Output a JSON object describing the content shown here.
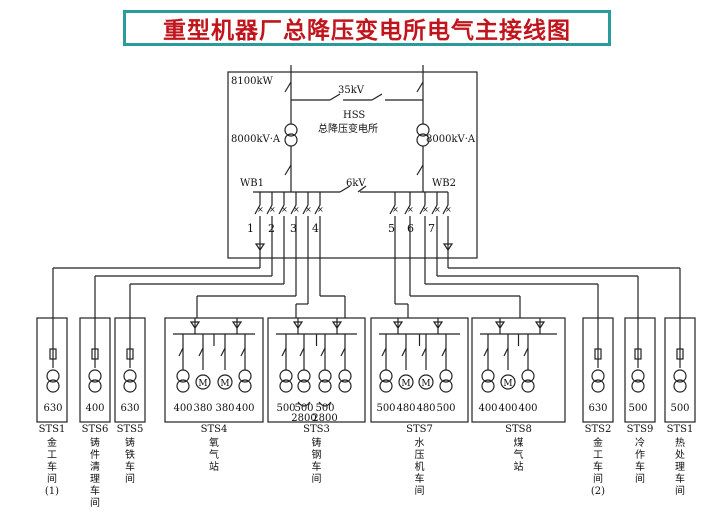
{
  "title": "重型机器厂总降压变电所电气主接线图",
  "substation": {
    "total_power": "8100kW",
    "hv_bus": "35kV",
    "name_code": "HSS",
    "name": "总降压变电所",
    "transformer_left": "8000kV·A",
    "transformer_right": "8000kV·A",
    "bus_left": "WB1",
    "bus_right": "WB2",
    "lv_bus": "6kV",
    "feeder_numbers": [
      "1",
      "2",
      "3",
      "4",
      "5",
      "6",
      "7"
    ]
  },
  "stations": [
    {
      "id": "STS1",
      "name": [
        "金",
        "工",
        "车",
        "间",
        "(1)"
      ],
      "ratings": [
        "630"
      ]
    },
    {
      "id": "STS6",
      "name": [
        "铸",
        "件",
        "清",
        "理",
        "车",
        "间"
      ],
      "ratings": [
        "400"
      ]
    },
    {
      "id": "STS5",
      "name": [
        "铸",
        "铁",
        "车",
        "间"
      ],
      "ratings": [
        "630"
      ]
    },
    {
      "id": "STS4",
      "name": [
        "氧",
        "气",
        "站"
      ],
      "ratings": [
        "400",
        "380",
        "380",
        "400"
      ]
    },
    {
      "id": "STS3",
      "name": [
        "铸",
        "钢",
        "车",
        "间"
      ],
      "ratings": [
        "500",
        "500",
        "500"
      ],
      "extra_ratings": [
        "2800",
        "2800"
      ]
    },
    {
      "id": "STS7",
      "name": [
        "水",
        "压",
        "机",
        "车",
        "间"
      ],
      "ratings": [
        "500",
        "480",
        "480",
        "500"
      ]
    },
    {
      "id": "STS8",
      "name": [
        "煤",
        "气",
        "站"
      ],
      "ratings": [
        "400",
        "400",
        "400"
      ]
    },
    {
      "id": "STS2",
      "name": [
        "金",
        "工",
        "车",
        "间",
        "(2)"
      ],
      "ratings": [
        "630"
      ]
    },
    {
      "id": "STS9",
      "name": [
        "冷",
        "作",
        "车",
        "间"
      ],
      "ratings": [
        "500"
      ]
    },
    {
      "id": "STS1",
      "name": [
        "热",
        "处",
        "理",
        "车",
        "间"
      ],
      "ratings": [
        "500"
      ]
    }
  ],
  "motor_symbol": "M"
}
